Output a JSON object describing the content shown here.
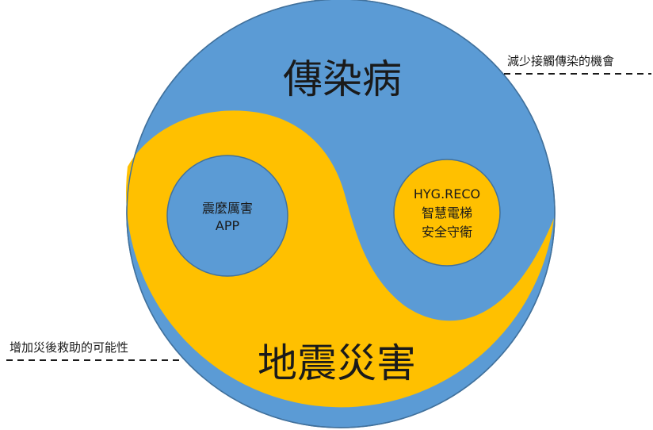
{
  "colors": {
    "blue": "#5b9bd5",
    "yellow": "#ffc000",
    "stroke": "#41719c",
    "dash": "#1a1a1a"
  },
  "regions": {
    "top": {
      "label": "傳染病"
    },
    "bottom": {
      "label": "地震災害"
    }
  },
  "inner_circles": {
    "left": {
      "line1": "震麼厲害",
      "line2": "APP"
    },
    "right": {
      "line1": "HYG.RECO",
      "line2": "智慧電梯",
      "line3": "安全守衛"
    }
  },
  "annotations": {
    "top_right": "減少接觸傳染的機會",
    "bottom_left": "增加災後救助的可能性"
  }
}
